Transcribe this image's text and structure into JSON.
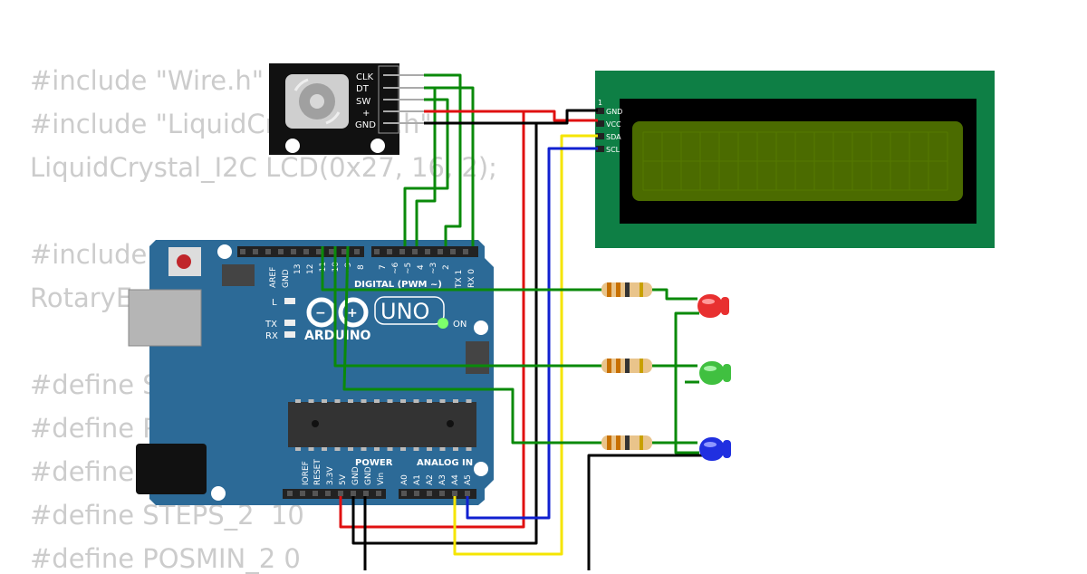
{
  "code_lines": [
    "#include \"Wire.h\"",
    "#include \"LiquidCrystal_I2C.h\"",
    "LiquidCrystal_I2C LCD(0x27, 16, 2);",
    "",
    "#include <RotaryEncoder.h>",
    "RotaryEncoder encoder(DT, CLK",
    "",
    "#define STEPS 1",
    "#define POSMIN 0",
    "#define POSMAX 40",
    "#define STEPS_2  10",
    "#define POSMIN_2 0"
  ],
  "encoder": {
    "pins": [
      "CLK",
      "DT",
      "SW",
      "+",
      "GND"
    ]
  },
  "lcd": {
    "pin_number": "1",
    "pins": [
      "GND",
      "VCC",
      "SDA",
      "SCL"
    ]
  },
  "arduino": {
    "aref": "AREF",
    "gnd": "GND",
    "pin13": "13",
    "pin12": "12",
    "pin11": "~11",
    "pin10": "~10",
    "pin9": "~9",
    "pin8": "8",
    "pin7": "7",
    "pin6": "~6",
    "pin5": "~5",
    "pin4": "4",
    "pin3": "~3",
    "pin2": "2",
    "tx1": "TX 1",
    "rx0": "RX 0",
    "digital_label": "DIGITAL (PWM ~)",
    "model": "UNO",
    "brand": "ARDUINO",
    "on_label": "ON",
    "l_label": "L",
    "tx_label": "TX",
    "rx_label": "RX",
    "power_label": "POWER",
    "analog_label": "ANALOG IN",
    "power_pins": [
      "IOREF",
      "RESET",
      "3.3V",
      "5V",
      "GND",
      "GND",
      "Vin"
    ],
    "analog_pins": [
      "A0",
      "A1",
      "A2",
      "A3",
      "A4",
      "A5"
    ]
  },
  "colors": {
    "board": "#2c6a97",
    "lcd_pcb": "#0e7f45",
    "lcd_screen": "#4b6b00",
    "wire_green": "#0a8a0a",
    "wire_red": "#e01010",
    "wire_black": "#000000",
    "wire_yellow": "#f5e500",
    "wire_blue": "#1020d0",
    "led_red": "#e83030",
    "led_green": "#40c040",
    "led_blue": "#2030e0"
  }
}
